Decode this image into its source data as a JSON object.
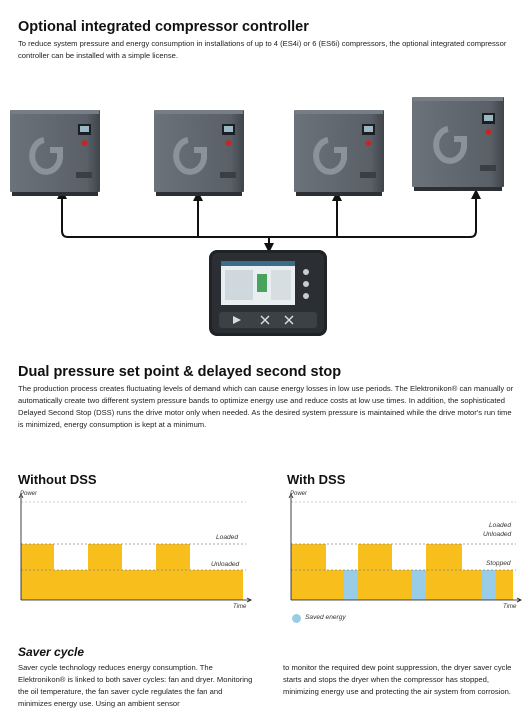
{
  "section1": {
    "title": "Optional integrated compressor controller",
    "body": "To reduce system pressure and energy consumption in installations of up to 4 (ES4i) or 6 (ES6i) compressors, the optional integrated compressor controller can be installed with a simple license."
  },
  "section2": {
    "title": "Dual pressure set point & delayed second stop",
    "body": "The production process creates fluctuating levels of demand which can cause energy losses in low use periods. The Elektronikon® can manually or automatically create two different system pressure bands to optimize energy use and reduce costs at low use times. In addition, the sophisticated Delayed Second Stop (DSS) runs the drive motor only when needed. As the desired system pressure is maintained while the drive motor's run time is minimized, energy consumption is kept at a minimum."
  },
  "chart_left": {
    "title": "Without DSS",
    "y_axis": "Power",
    "x_axis": "Time",
    "loaded_label": "Loaded",
    "unloaded_label": "Unloaded"
  },
  "chart_right": {
    "title": "With DSS",
    "y_axis": "Power",
    "x_axis": "Time",
    "loaded_label": "Loaded",
    "unloaded_label": "Unloaded",
    "stopped_label": "Stopped",
    "legend_label": "Saved energy"
  },
  "colors": {
    "yellow": "#F8BF1C",
    "blue": "#99CCE6",
    "cabinet": "#5E646B",
    "cabinet_dark": "#3D4248"
  },
  "section3": {
    "title": "Saver cycle",
    "col1": "Saver cycle technology reduces energy consumption. The Elektronikon® is linked to both saver cycles: fan and dryer. Monitoring the oil temperature, the fan saver cycle regulates the fan and minimizes energy use. Using an ambient sensor",
    "col2": "to monitor the required dew point suppression, the dryer saver cycle starts and stops the dryer when the compressor has stopped, minimizing energy use and protecting the air system from corrosion."
  }
}
